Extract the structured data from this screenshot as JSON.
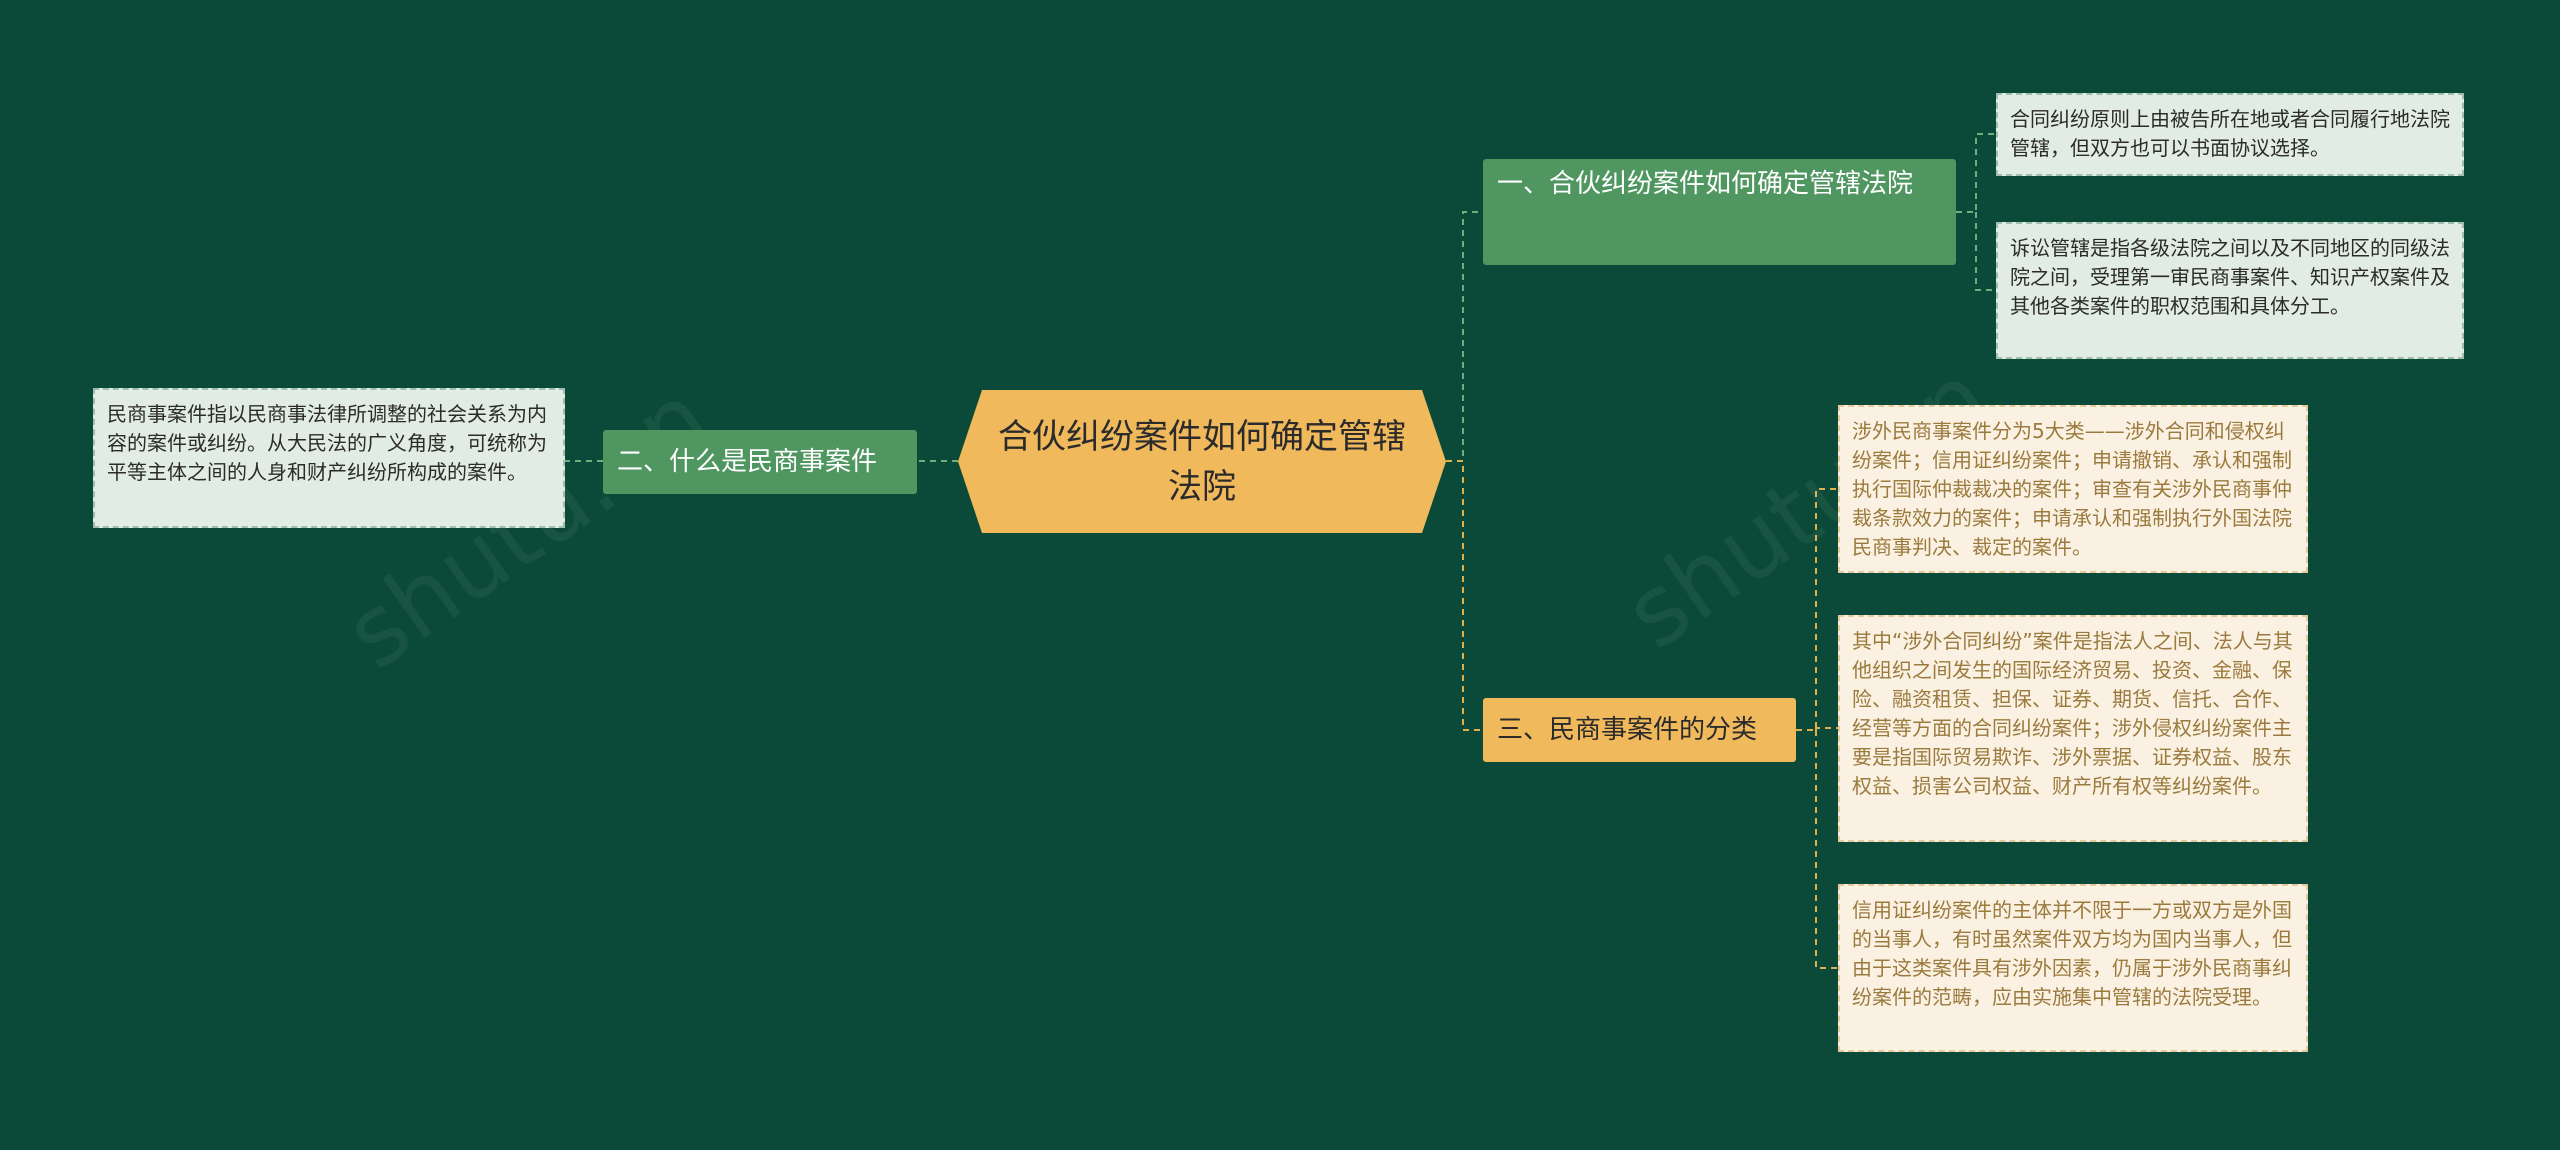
{
  "root": {
    "label": "合伙纠纷案件如何确定管辖法院"
  },
  "branches": [
    {
      "label": "一、合伙纠纷案件如何确定管辖法院"
    },
    {
      "label": "二、什么是民商事案件"
    },
    {
      "label": "三、民商事案件的分类"
    }
  ],
  "leaves": [
    {
      "text": "合同纠纷原则上由被告所在地或者合同履行地法院管辖，但双方也可以书面协议选择。"
    },
    {
      "text": "诉讼管辖是指各级法院之间以及不同地区的同级法院之间，受理第一审民商事案件、知识产权案件及其他各类案件的职权范围和具体分工。"
    },
    {
      "text": "民商事案件指以民商事法律所调整的社会关系为内容的案件或纠纷。从大民法的广义角度，可统称为平等主体之间的人身和财产纠纷所构成的案件。"
    },
    {
      "text": "涉外民商事案件分为5大类——涉外合同和侵权纠纷案件；信用证纠纷案件；申请撤销、承认和强制执行国际仲裁裁决的案件；审查有关涉外民商事仲裁条款效力的案件；申请承认和强制执行外国法院民商事判决、裁定的案件。"
    },
    {
      "text": "其中“涉外合同纠纷”案件是指法人之间、法人与其他组织之间发生的国际经济贸易、投资、金融、保险、融资租赁、担保、证券、期货、信托、合作、经营等方面的合同纠纷案件；涉外侵权纠纷案件主要是指国际贸易欺诈、涉外票据、证券权益、股东权益、损害公司权益、财产所有权等纠纷案件。"
    },
    {
      "text": "信用证纠纷案件的主体并不限于一方或双方是外国的当事人，有时虽然案件双方均为国内当事人，但由于这类案件具有涉外因素，仍属于涉外民商事纠纷案件的范畴，应由实施集中管辖的法院受理。"
    }
  ],
  "colors": {
    "background": "#0b4a38",
    "root": "#f0b95c",
    "branch_green": "#4f9660",
    "branch_orange": "#f0b95c",
    "leaf_pale": "#e0ece4",
    "leaf_cream": "#fbf1e2",
    "connector_green": "#6fae7f",
    "connector_orange": "#e0b04f"
  }
}
